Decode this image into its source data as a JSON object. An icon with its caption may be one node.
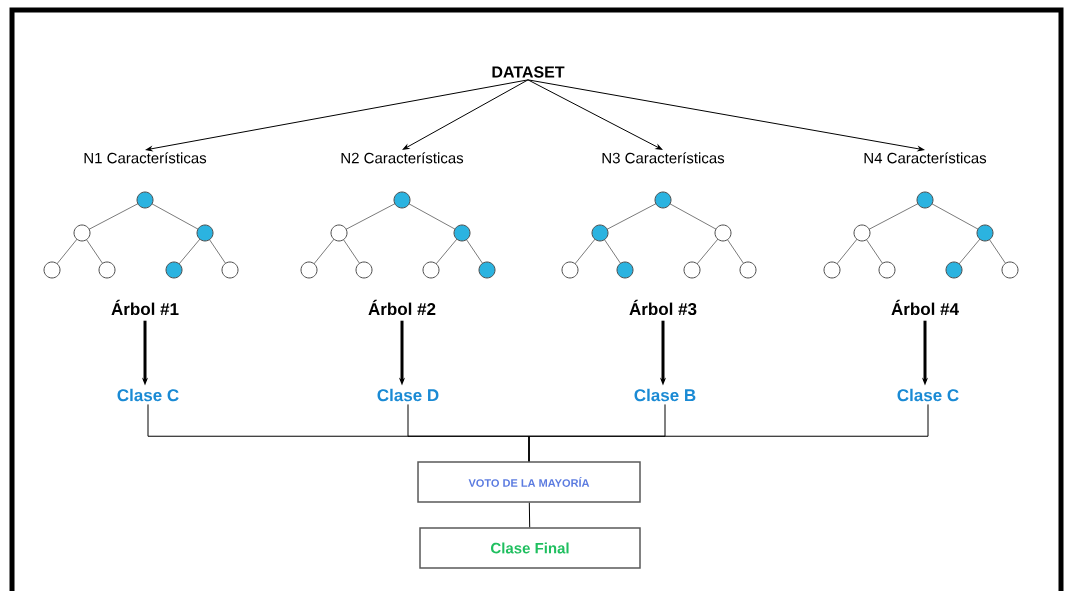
{
  "diagram": {
    "nodes": [
      {
        "text": [
          "DATASET"
        ]
      },
      {
        "text": [
          "N1 Características",
          "Árbol #1"
        ]
      },
      {
        "text": [
          "N2 Características",
          "Árbol #2"
        ]
      },
      {
        "text": [
          "N3 Características",
          "Árbol #3"
        ]
      },
      {
        "text": [
          "N4 Características",
          "Árbol #4"
        ]
      },
      {
        "text": [
          "Clase C"
        ]
      },
      {
        "text": [
          "Clase D"
        ]
      },
      {
        "text": [
          "Clase B"
        ]
      },
      {
        "text": [
          "Clase C"
        ]
      },
      {
        "text": [
          "VOTO DE LA MAYORÍA"
        ]
      },
      {
        "text": [
          "Clase Final"
        ]
      }
    ],
    "edges": [
      {
        "from": 0,
        "to": 1,
        "arrow": "to"
      },
      {
        "from": 0,
        "to": 2,
        "arrow": "to"
      },
      {
        "from": 0,
        "to": 3,
        "arrow": "to"
      },
      {
        "from": 0,
        "to": 4,
        "arrow": "to"
      },
      {
        "from": 1,
        "to": 5,
        "arrow": "to",
        "style": "thick"
      },
      {
        "from": 2,
        "to": 6,
        "arrow": "to",
        "style": "thick"
      },
      {
        "from": 3,
        "to": 7,
        "arrow": "to",
        "style": "thick"
      },
      {
        "from": 4,
        "to": 8,
        "arrow": "to",
        "style": "thick"
      },
      {
        "from": 5,
        "to": 9,
        "arrow": "none"
      },
      {
        "from": 6,
        "to": 9,
        "arrow": "none"
      },
      {
        "from": 7,
        "to": 9,
        "arrow": "none"
      },
      {
        "from": 8,
        "to": 9,
        "arrow": "none"
      },
      {
        "from": 9,
        "to": 10,
        "arrow": "none"
      }
    ]
  }
}
